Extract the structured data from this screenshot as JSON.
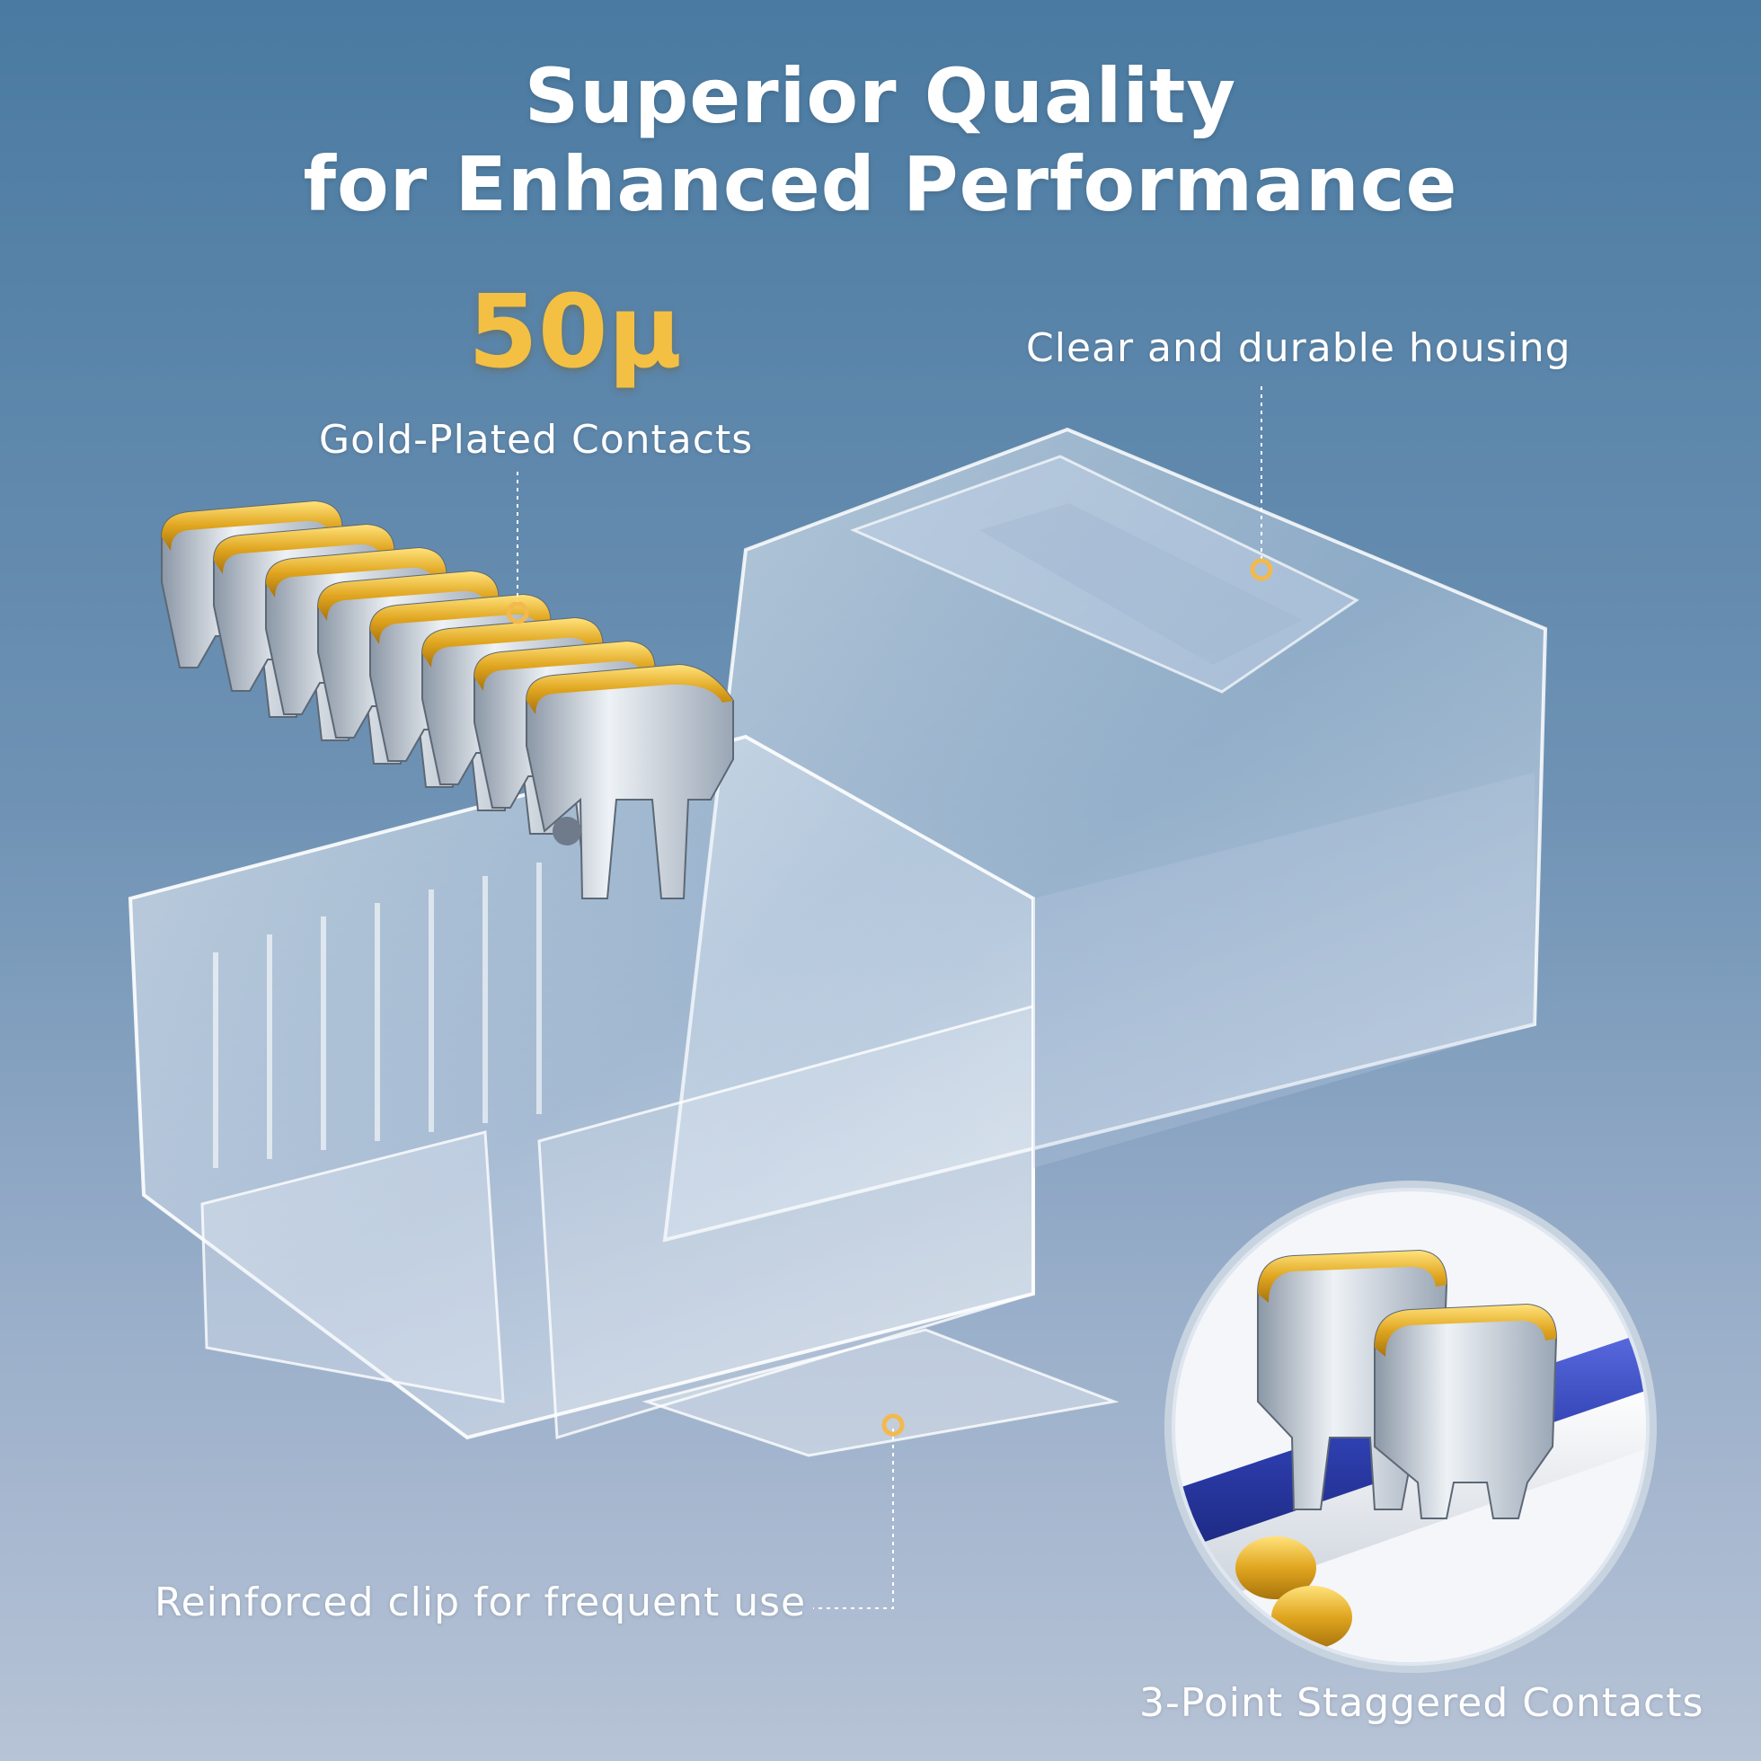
{
  "headline": {
    "line1": "Superior Quality",
    "line2": "for Enhanced Performance"
  },
  "gold_value": "50μ",
  "captions": {
    "gold_contacts": "Gold-Plated Contacts",
    "housing": "Clear and durable housing",
    "clip": "Reinforced clip for frequent use",
    "staggered": "3-Point Staggered Contacts"
  },
  "colors": {
    "gold": "#f4c043",
    "callout_dot": "#f2b94d",
    "cable_blue": "#2e3fb0"
  }
}
